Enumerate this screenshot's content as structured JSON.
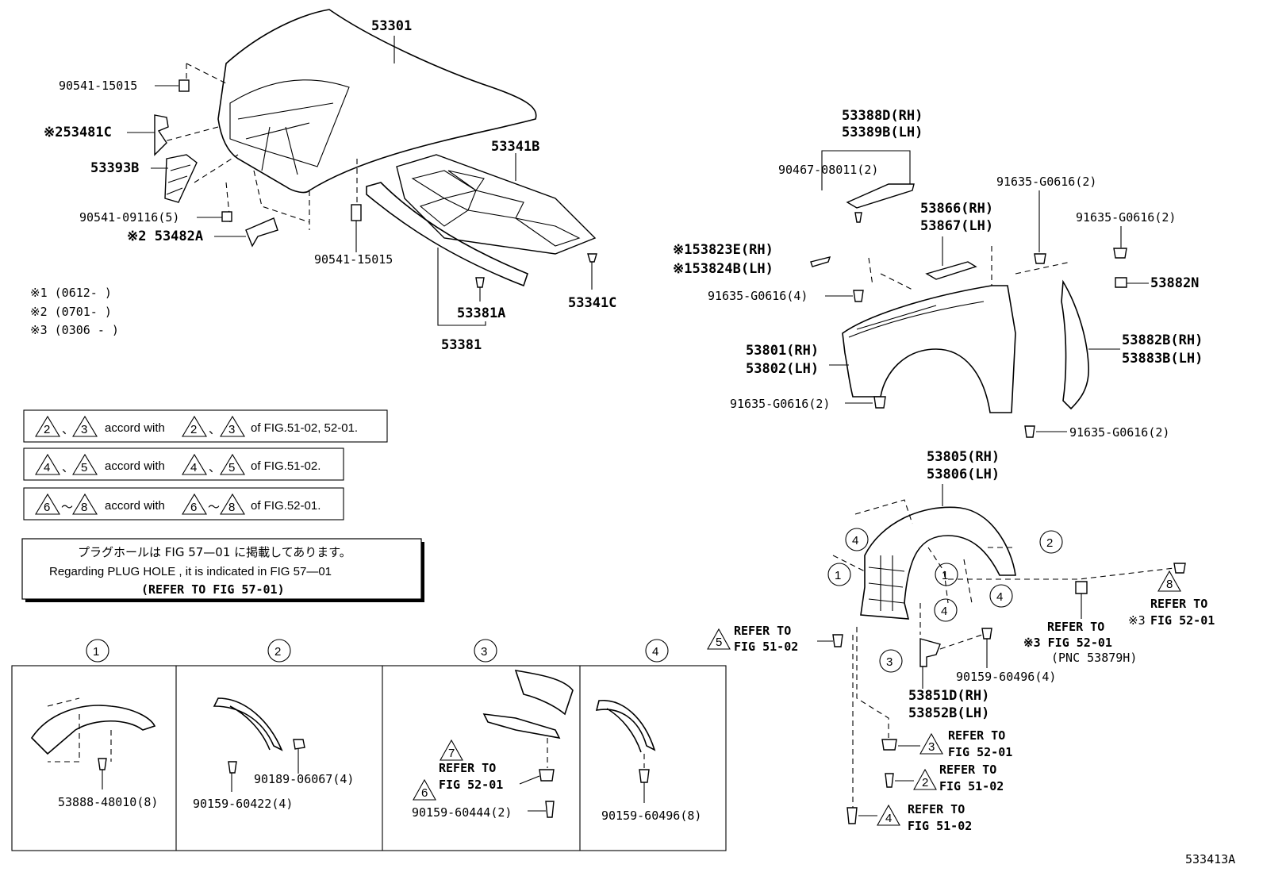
{
  "hood": {
    "main_label": "53301",
    "parts": [
      {
        "id": "90541-15015-top",
        "label": "90541-15015"
      },
      {
        "id": "53481c",
        "label": "※253481C"
      },
      {
        "id": "53393b",
        "label": "53393B"
      },
      {
        "id": "90541-09116",
        "label": "90541-09116(5)"
      },
      {
        "id": "53482a",
        "label": "※2 53482A"
      },
      {
        "id": "90541-15015-bottom",
        "label": "90541-15015"
      },
      {
        "id": "53341b",
        "label": "53341B"
      },
      {
        "id": "53341c",
        "label": "53341C"
      },
      {
        "id": "53381a",
        "label": "53381A"
      },
      {
        "id": "53381",
        "label": "53381"
      }
    ]
  },
  "footnotes": [
    "※1 (0612-      )",
    "※2 (0701-      )",
    "※3 (0306 -     )"
  ],
  "accord_notes": [
    {
      "a": "2",
      "sep1": "、",
      "b": "3",
      "text": "accord with",
      "c": "2",
      "sep2": "、",
      "d": "3",
      "tail": "of FIG.51-02, 52-01."
    },
    {
      "a": "4",
      "sep1": "、",
      "b": "5",
      "text": "accord with",
      "c": "4",
      "sep2": "、",
      "d": "5",
      "tail": "of FIG.51-02."
    },
    {
      "a": "6",
      "sep1": "～",
      "b": "8",
      "text": "accord with",
      "c": "6",
      "sep2": "～",
      "d": "8",
      "tail": "of FIG.52-01."
    }
  ],
  "plug_note": {
    "line1": "プラグホールは FIG  57—01 に掲載してあります。",
    "line2": "Regarding  PLUG  HOLE , it is indicated in  FIG  57—01",
    "line3": "(REFER TO FIG 57-01)"
  },
  "fender": {
    "parts": [
      {
        "id": "53388d",
        "label": "53388D(RH)"
      },
      {
        "id": "53389b",
        "label": "53389B(LH)"
      },
      {
        "id": "90467",
        "label": "90467-08011(2)"
      },
      {
        "id": "91635-a",
        "label": "91635-G0616(2)"
      },
      {
        "id": "91635-b",
        "label": "91635-G0616(2)"
      },
      {
        "id": "53866",
        "label": "53866(RH)"
      },
      {
        "id": "53867",
        "label": "53867(LH)"
      },
      {
        "id": "53823e",
        "label": "※153823E(RH)"
      },
      {
        "id": "53824b",
        "label": "※153824B(LH)"
      },
      {
        "id": "53882n",
        "label": "53882N"
      },
      {
        "id": "91635-c",
        "label": "91635-G0616(4)"
      },
      {
        "id": "53801",
        "label": "53801(RH)"
      },
      {
        "id": "53802",
        "label": "53802(LH)"
      },
      {
        "id": "53882b",
        "label": "53882B(RH)"
      },
      {
        "id": "53883b",
        "label": "53883B(LH)"
      },
      {
        "id": "91635-d",
        "label": "91635-G0616(2)"
      },
      {
        "id": "91635-e",
        "label": "91635-G0616(2)"
      }
    ]
  },
  "liner": {
    "parts": [
      {
        "id": "53805",
        "label": "53805(RH)"
      },
      {
        "id": "53806",
        "label": "53806(LH)"
      },
      {
        "id": "53851d",
        "label": "53851D(RH)"
      },
      {
        "id": "53852b",
        "label": "53852B(LH)"
      },
      {
        "id": "90159-60496-4",
        "label": "90159-60496(4)"
      }
    ],
    "circle_marks": [
      "4",
      "2",
      "1",
      "1",
      "4",
      "4",
      "3"
    ],
    "refers": [
      {
        "num": "5",
        "l1": "REFER TO",
        "l2": "FIG 51-02"
      },
      {
        "num": "8",
        "l1": "REFER TO",
        "l2": "FIG 52-01",
        "prefix": "※3"
      },
      {
        "num": "3",
        "l1": "REFER TO",
        "l2": "FIG 52-01"
      },
      {
        "num": "2",
        "l1": "REFER TO",
        "l2": "FIG 51-02"
      },
      {
        "num": "4",
        "l1": "REFER TO",
        "l2": "FIG 51-02"
      }
    ],
    "mid_refer": {
      "l1": "REFER TO",
      "l2": "※3 FIG 52-01",
      "l3": "(PNC 53879H)"
    }
  },
  "detail_panels": [
    {
      "num": "1",
      "label": "53888-48010(8)"
    },
    {
      "num": "2",
      "labels": [
        "90189-06067(4)",
        "90159-60422(4)"
      ]
    },
    {
      "num": "3",
      "labels": [
        "REFER TO",
        "FIG 52-01",
        "90159-60444(2)"
      ],
      "tri_a": "7",
      "tri_b": "6"
    },
    {
      "num": "4",
      "label": "90159-60496(8)"
    }
  ],
  "figure_id": "533413A"
}
